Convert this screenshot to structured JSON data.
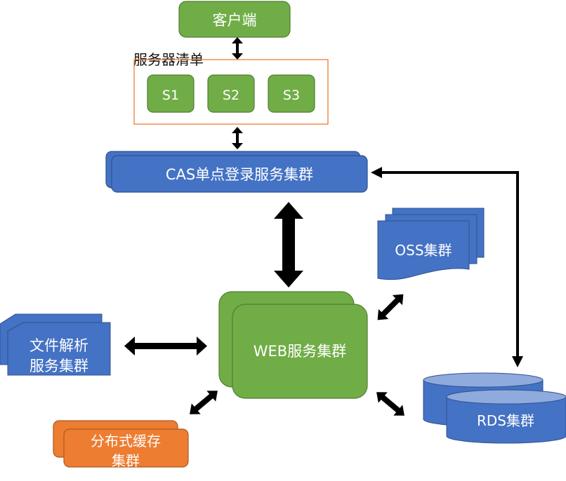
{
  "colors": {
    "green": "#70ad47",
    "green_border": "#507e32",
    "blue": "#4472c4",
    "blue_border": "#2f528f",
    "blue_top": "#8faadc",
    "orange": "#ed7d31",
    "orange_border": "#ae5a21",
    "list_border": "#ed7d31",
    "arrow": "#000000"
  },
  "nodes": {
    "client": {
      "label": "客户端"
    },
    "server_list": {
      "title": "服务器清单",
      "servers": [
        {
          "label": "S1"
        },
        {
          "label": "S2"
        },
        {
          "label": "S3"
        }
      ]
    },
    "cas": {
      "label": "CAS单点登录服务集群"
    },
    "oss": {
      "label": "OSS集群"
    },
    "web": {
      "label": "WEB服务集群"
    },
    "file_parse": {
      "line1": "文件解析",
      "line2": "服务集群"
    },
    "cache": {
      "line1": "分布式缓存",
      "line2": "集群"
    },
    "rds": {
      "label": "RDS集群"
    }
  },
  "edges": [
    {
      "from": "client",
      "to": "server_list",
      "direction": "both"
    },
    {
      "from": "server_list",
      "to": "cas",
      "direction": "both"
    },
    {
      "from": "cas",
      "to": "web",
      "direction": "both"
    },
    {
      "from": "web",
      "to": "oss",
      "direction": "both"
    },
    {
      "from": "web",
      "to": "file_parse",
      "direction": "both"
    },
    {
      "from": "web",
      "to": "cache",
      "direction": "both"
    },
    {
      "from": "web",
      "to": "rds",
      "direction": "both"
    },
    {
      "from": "rds",
      "to": "cas",
      "direction": "both",
      "routed": "elbow-right"
    }
  ]
}
